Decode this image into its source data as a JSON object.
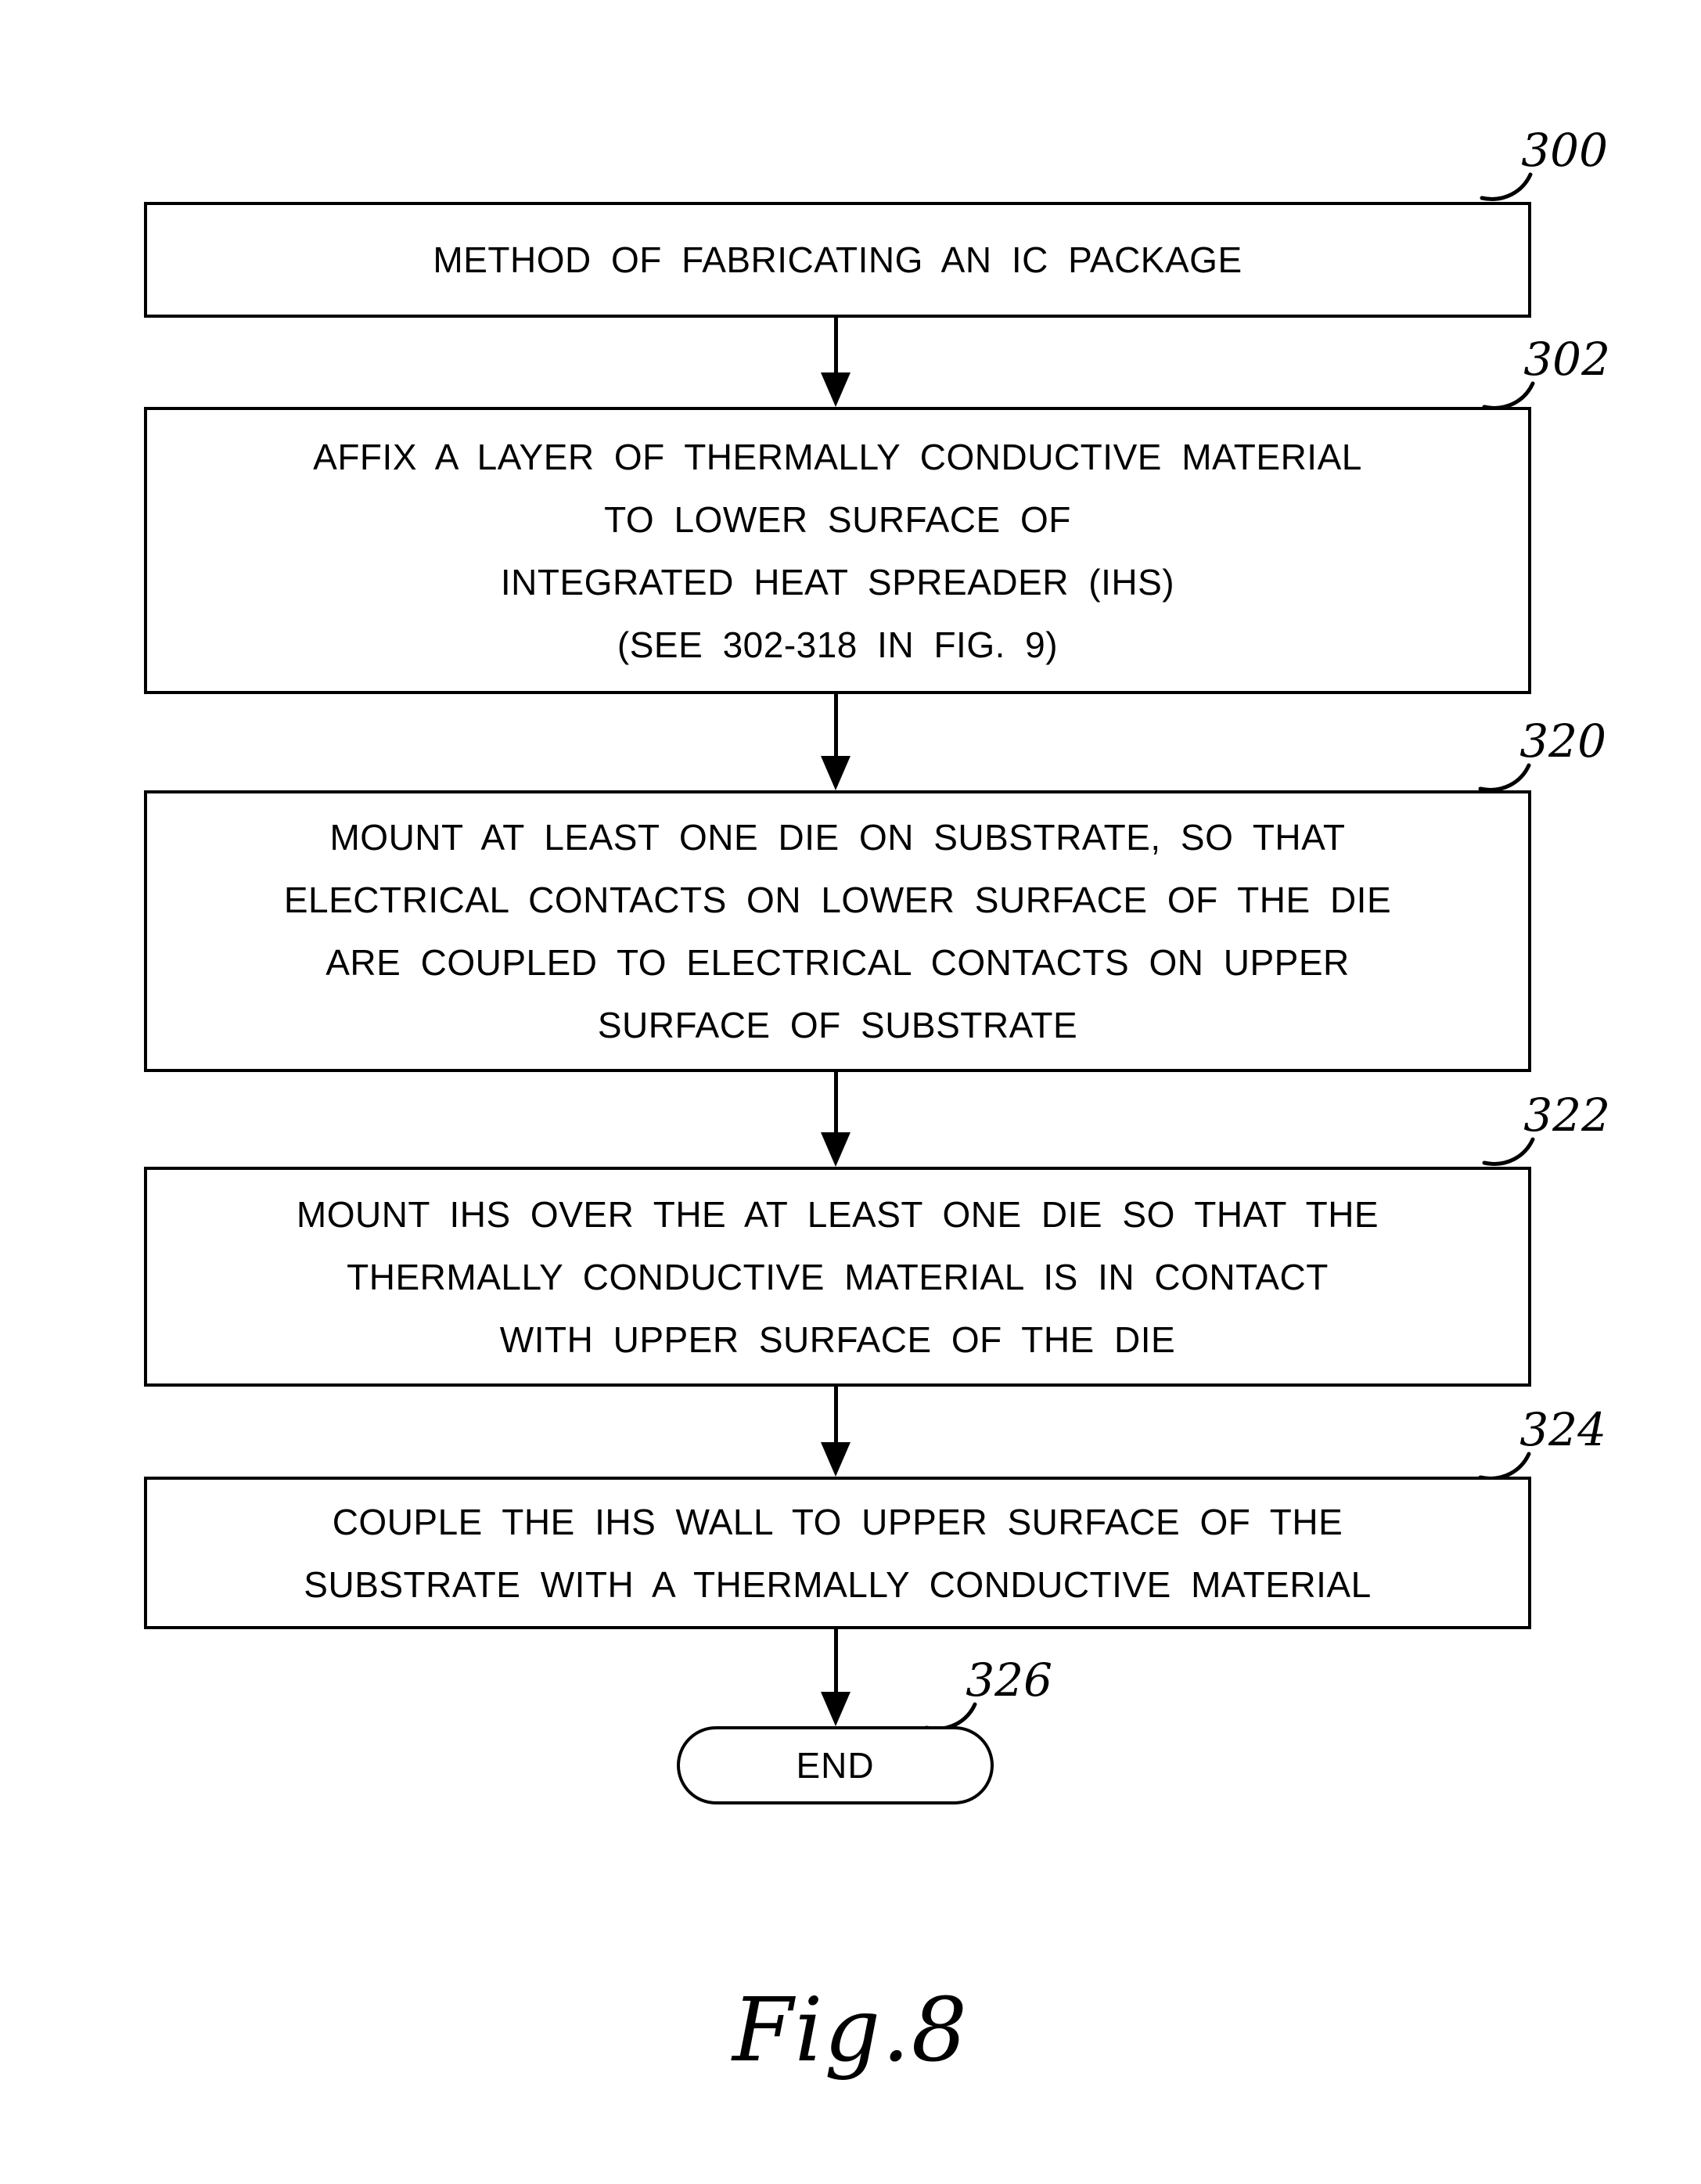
{
  "figure": {
    "caption": "Fig.8"
  },
  "flowchart": {
    "start": {
      "ref": "300",
      "lines": [
        "METHOD OF FABRICATING AN IC PACKAGE"
      ]
    },
    "steps": [
      {
        "ref": "302",
        "lines": [
          "AFFIX A LAYER OF THERMALLY CONDUCTIVE MATERIAL",
          "TO LOWER SURFACE OF",
          "INTEGRATED HEAT SPREADER (IHS)",
          "(SEE 302-318 IN FIG. 9)"
        ]
      },
      {
        "ref": "320",
        "lines": [
          "MOUNT AT LEAST ONE DIE ON SUBSTRATE, SO THAT",
          "ELECTRICAL CONTACTS ON LOWER SURFACE OF THE DIE",
          "ARE COUPLED TO ELECTRICAL CONTACTS ON UPPER",
          "SURFACE OF SUBSTRATE"
        ]
      },
      {
        "ref": "322",
        "lines": [
          "MOUNT IHS OVER THE AT LEAST ONE DIE SO THAT THE",
          "THERMALLY CONDUCTIVE MATERIAL IS IN CONTACT",
          "WITH UPPER SURFACE OF THE DIE"
        ]
      },
      {
        "ref": "324",
        "lines": [
          "COUPLE THE IHS WALL TO UPPER SURFACE OF THE",
          "SUBSTRATE WITH A THERMALLY CONDUCTIVE MATERIAL"
        ]
      }
    ],
    "end": {
      "ref": "326",
      "label": "END"
    }
  }
}
